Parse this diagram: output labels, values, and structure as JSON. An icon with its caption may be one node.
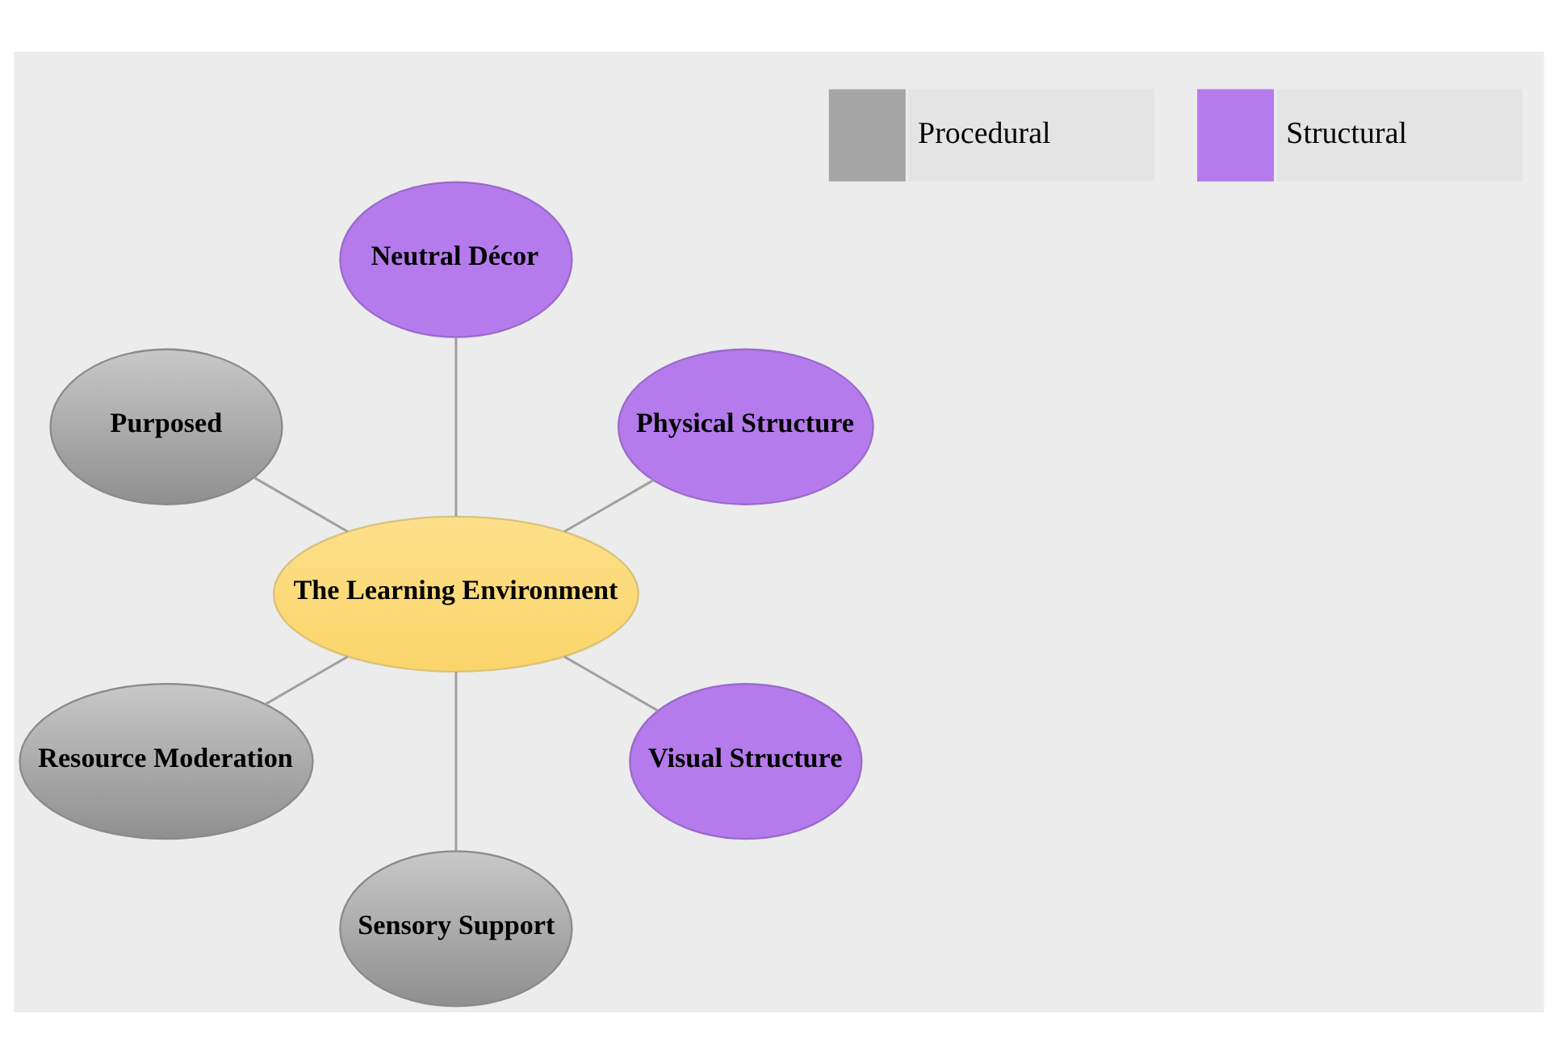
{
  "diagram": {
    "nodes": [
      {
        "text": [
          "The Learning Environment"
        ]
      },
      {
        "text": [
          "Neutral Décor"
        ]
      },
      {
        "text": [
          "Purposed"
        ]
      },
      {
        "text": [
          "Physical Structure"
        ]
      },
      {
        "text": [
          "Resource Moderation"
        ]
      },
      {
        "text": [
          "Visual Structure"
        ]
      },
      {
        "text": [
          "Sensory Support"
        ]
      }
    ],
    "edges": [
      {
        "from": 0,
        "to": 1,
        "arrow": "none"
      },
      {
        "from": 0,
        "to": 3,
        "arrow": "none"
      },
      {
        "from": 0,
        "to": 5,
        "arrow": "none"
      },
      {
        "from": 0,
        "to": 6,
        "arrow": "none"
      },
      {
        "from": 0,
        "to": 4,
        "arrow": "none"
      },
      {
        "from": 0,
        "to": 2,
        "arrow": "none"
      }
    ],
    "legend": [
      {
        "text": "Procedural",
        "color": "#a6a6a6"
      },
      {
        "text": "Structural",
        "color": "#b57bec"
      }
    ]
  }
}
